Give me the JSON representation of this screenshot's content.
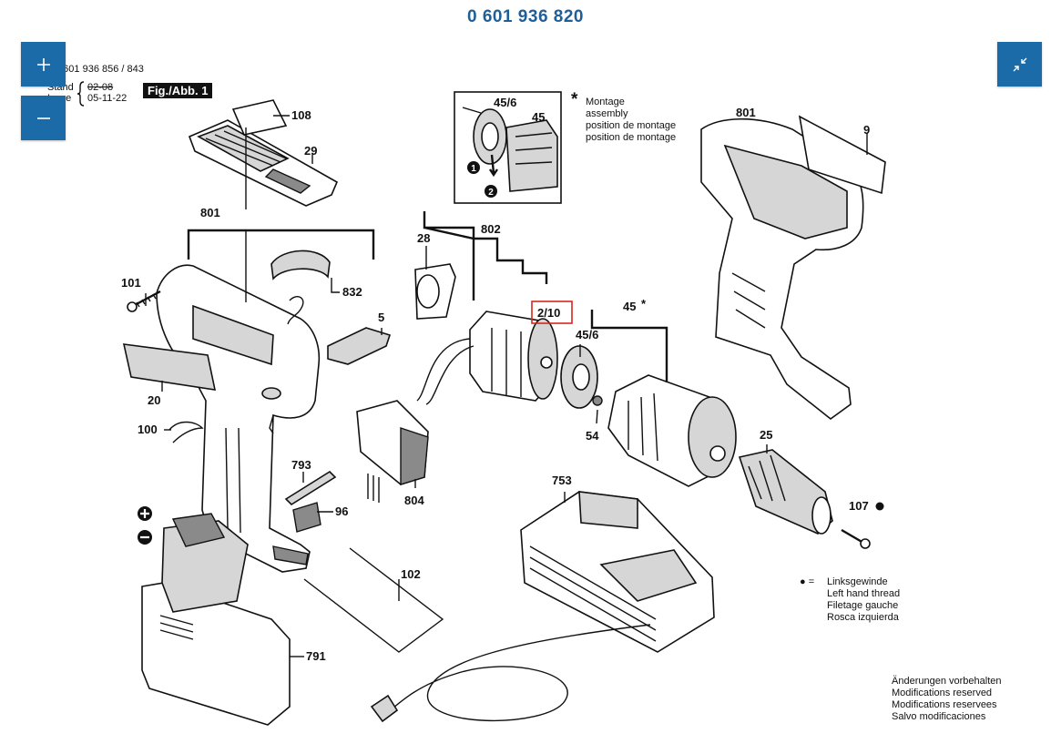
{
  "header": {
    "title": "0 601 936 820",
    "model_refs": "0 601 936 856 / 843",
    "stand_label": "Stand",
    "stand_value": "02-08",
    "issue_label": "Issue",
    "issue_value": "05-11-22",
    "fig_label": "Fig./Abb. 1"
  },
  "controls": {
    "zoom_in_icon": "plus-icon",
    "zoom_out_icon": "minus-icon",
    "collapse_icon": "collapse-arrows-icon"
  },
  "montage": {
    "star": "*",
    "lines": [
      "Montage",
      "assembly",
      "position de montage",
      "position de montage"
    ],
    "inset_labels": [
      "45/6",
      "45"
    ],
    "steps": [
      "1",
      "2"
    ]
  },
  "part_labels": {
    "p108": "108",
    "p29": "29",
    "p801_left": "801",
    "p101": "101",
    "p832": "832",
    "p5": "5",
    "p20": "20",
    "p100": "100",
    "p793": "793",
    "p96": "96",
    "p804": "804",
    "p28": "28",
    "p802": "802",
    "p2_10": "2/10",
    "p45_6": "45/6",
    "p45": "45",
    "p45_star": "*",
    "p54": "54",
    "p801_right": "801",
    "p9": "9",
    "p25": "25",
    "p107": "107",
    "p753": "753",
    "p102": "102",
    "p791": "791"
  },
  "highlight_color": "#d8271c",
  "legend": {
    "symbol": "● =",
    "lines": [
      "Linksgewinde",
      "Left hand thread",
      "Filetage gauche",
      "Rosca izquierda"
    ]
  },
  "footer_notes": [
    "Änderungen vorbehalten",
    "Modifications reserved",
    "Modifications reservees",
    "Salvo modificaciones"
  ]
}
